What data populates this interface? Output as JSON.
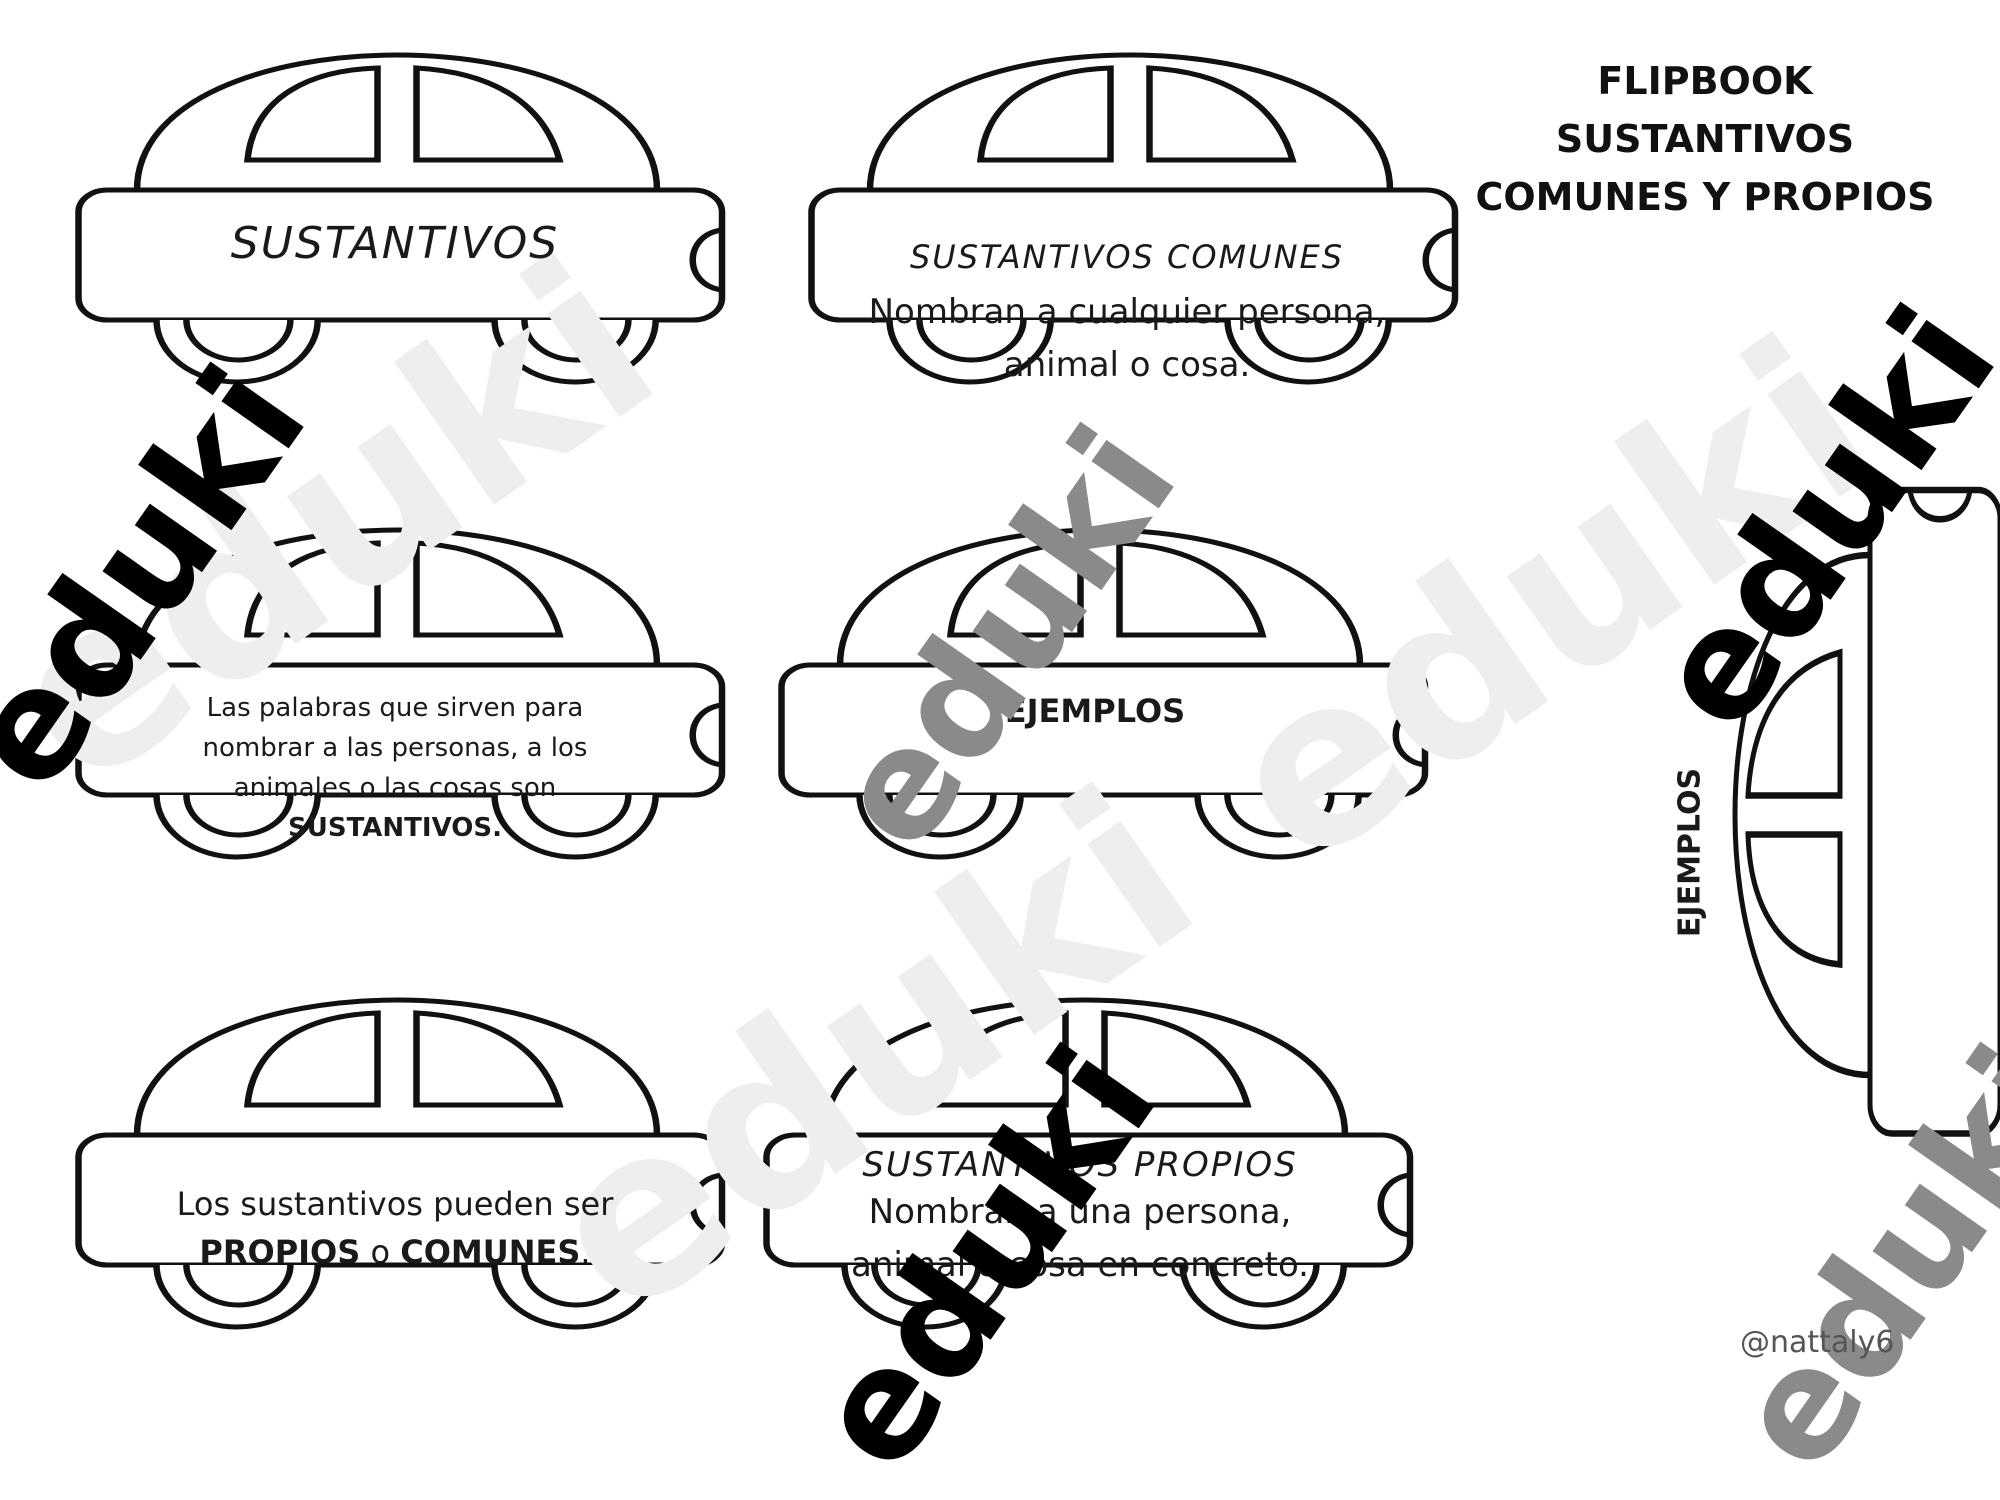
{
  "title": {
    "line1": "FLIPBOOK",
    "line2": "SUSTANTIVOS",
    "line3": "COMUNES Y PROPIOS"
  },
  "credit": "@nattaly6",
  "watermark": "eduki",
  "cards": {
    "c1": {
      "heading": "SUSTANTIVOS"
    },
    "c2": {
      "heading": "SUSTANTIVOS COMUNES",
      "line1": "Nombran a cualquier persona,",
      "line2": "animal o cosa."
    },
    "c3": {
      "line1": "Las palabras que sirven para",
      "line2": "nombrar a las personas, a los",
      "line3": "animales o las cosas son",
      "bold": "SUSTANTIVOS."
    },
    "c4": {
      "heading": "EJEMPLOS"
    },
    "c5": {
      "line1": "Los sustantivos pueden ser",
      "bold1": "PROPIOS",
      "mid": " o ",
      "bold2": "COMUNES",
      "end": "."
    },
    "c6": {
      "heading": "SUSTANTIVOS PROPIOS",
      "line1": "Nombran a una persona,",
      "line2": "animal o cosa en concreto."
    },
    "c7": {
      "heading": "EJEMPLOS"
    }
  }
}
